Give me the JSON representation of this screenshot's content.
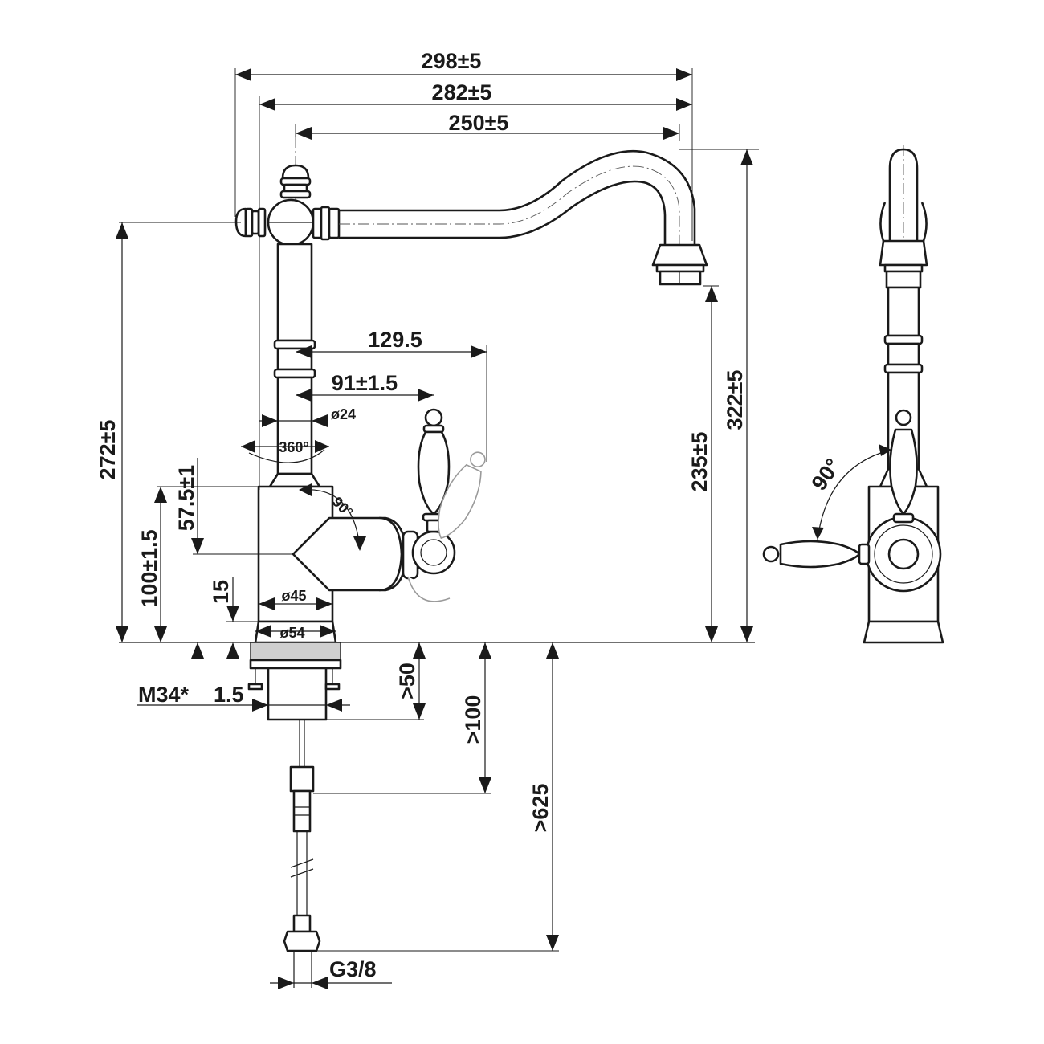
{
  "dimensions": {
    "width_298": "298±5",
    "width_282": "282±5",
    "width_250": "250±5",
    "reach_129": "129.5",
    "reach_91": "91±1.5",
    "dia_24": "ø24",
    "swivel_360": "360°",
    "lever_angle_front": "90°",
    "lever_angle_side": "90°",
    "dia_45": "ø45",
    "dia_54": "ø54",
    "height_272": "272±5",
    "height_100": "100±1.5",
    "height_57": "57.5±1",
    "height_15": "15",
    "height_235": "235±5",
    "height_322": "322±5",
    "below_50": ">50",
    "below_100": ">100",
    "below_625": ">625",
    "thread_m34": "M34*",
    "thread_pitch": "1.5",
    "connection_g38": "G3/8"
  }
}
